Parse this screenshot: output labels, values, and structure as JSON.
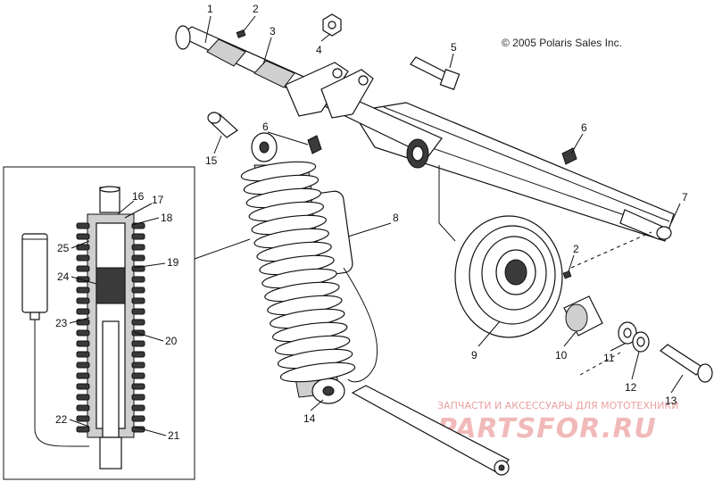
{
  "copyright": "© 2005 Polaris Sales Inc.",
  "watermark": {
    "line1": "ЗАПЧАСТИ И АКСЕССУАРЫ ДЛЯ МОТОТЕХНИКИ",
    "line2": "PARTSFOR.RU"
  },
  "callouts": [
    {
      "id": "c1",
      "text": "1"
    },
    {
      "id": "c2a",
      "text": "2"
    },
    {
      "id": "c3",
      "text": "3"
    },
    {
      "id": "c4",
      "text": "4"
    },
    {
      "id": "c5",
      "text": "5"
    },
    {
      "id": "c6a",
      "text": "6"
    },
    {
      "id": "c6b",
      "text": "6"
    },
    {
      "id": "c7",
      "text": "7"
    },
    {
      "id": "c8",
      "text": "8"
    },
    {
      "id": "c2b",
      "text": "2"
    },
    {
      "id": "c9",
      "text": "9"
    },
    {
      "id": "c10",
      "text": "10"
    },
    {
      "id": "c11",
      "text": "11"
    },
    {
      "id": "c12",
      "text": "12"
    },
    {
      "id": "c13",
      "text": "13"
    },
    {
      "id": "c14",
      "text": "14"
    },
    {
      "id": "c15",
      "text": "15"
    },
    {
      "id": "c16",
      "text": "16"
    },
    {
      "id": "c17",
      "text": "17"
    },
    {
      "id": "c18",
      "text": "18"
    },
    {
      "id": "c19",
      "text": "19"
    },
    {
      "id": "c20",
      "text": "20"
    },
    {
      "id": "c21",
      "text": "21"
    },
    {
      "id": "c22",
      "text": "22"
    },
    {
      "id": "c23",
      "text": "23"
    },
    {
      "id": "c24",
      "text": "24"
    },
    {
      "id": "c25",
      "text": "25"
    }
  ]
}
